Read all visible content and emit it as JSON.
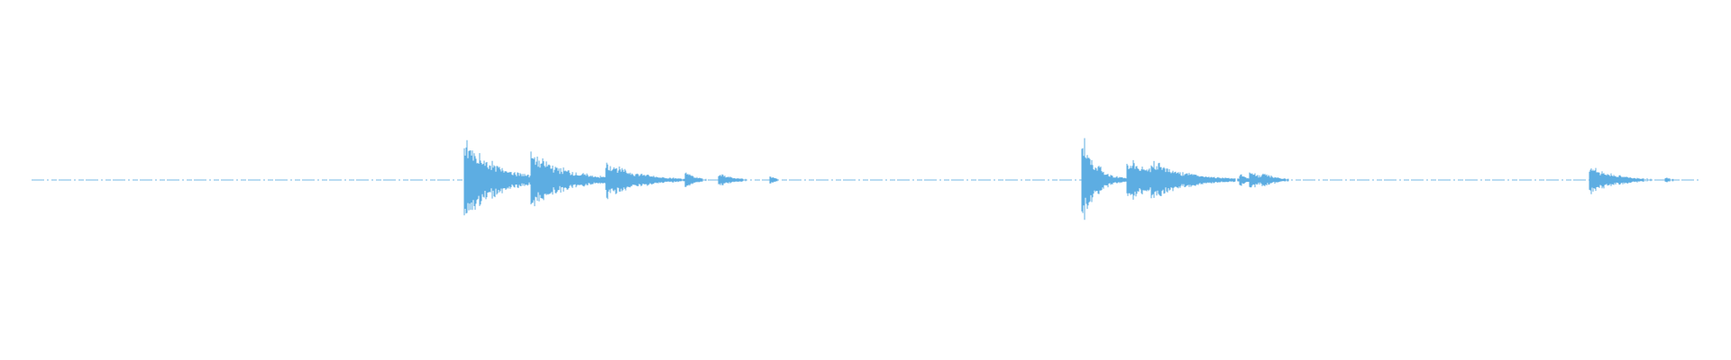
{
  "waveform": {
    "color": "#5dade2",
    "background": "#ffffff",
    "transients": [
      {
        "t": 0.268,
        "amp": 0.46,
        "decay": 0.018
      },
      {
        "t": 0.292,
        "amp": 0.12,
        "decay": 0.008
      },
      {
        "t": 0.307,
        "amp": 0.32,
        "decay": 0.02
      },
      {
        "t": 0.333,
        "amp": 0.05,
        "decay": 0.006
      },
      {
        "t": 0.35,
        "amp": 0.22,
        "decay": 0.018
      },
      {
        "t": 0.37,
        "amp": 0.08,
        "decay": 0.012
      },
      {
        "t": 0.396,
        "amp": 0.1,
        "decay": 0.006
      },
      {
        "t": 0.415,
        "amp": 0.07,
        "decay": 0.01
      },
      {
        "t": 0.445,
        "amp": 0.05,
        "decay": 0.004
      },
      {
        "t": 0.625,
        "amp": 0.52,
        "decay": 0.008
      },
      {
        "t": 0.635,
        "amp": 0.06,
        "decay": 0.004
      },
      {
        "t": 0.651,
        "amp": 0.24,
        "decay": 0.02
      },
      {
        "t": 0.665,
        "amp": 0.22,
        "decay": 0.02
      },
      {
        "t": 0.69,
        "amp": 0.07,
        "decay": 0.01
      },
      {
        "t": 0.716,
        "amp": 0.09,
        "decay": 0.004
      },
      {
        "t": 0.722,
        "amp": 0.12,
        "decay": 0.006
      },
      {
        "t": 0.729,
        "amp": 0.09,
        "decay": 0.008
      },
      {
        "t": 0.918,
        "amp": 0.16,
        "decay": 0.015
      },
      {
        "t": 0.962,
        "amp": 0.03,
        "decay": 0.006
      }
    ]
  }
}
